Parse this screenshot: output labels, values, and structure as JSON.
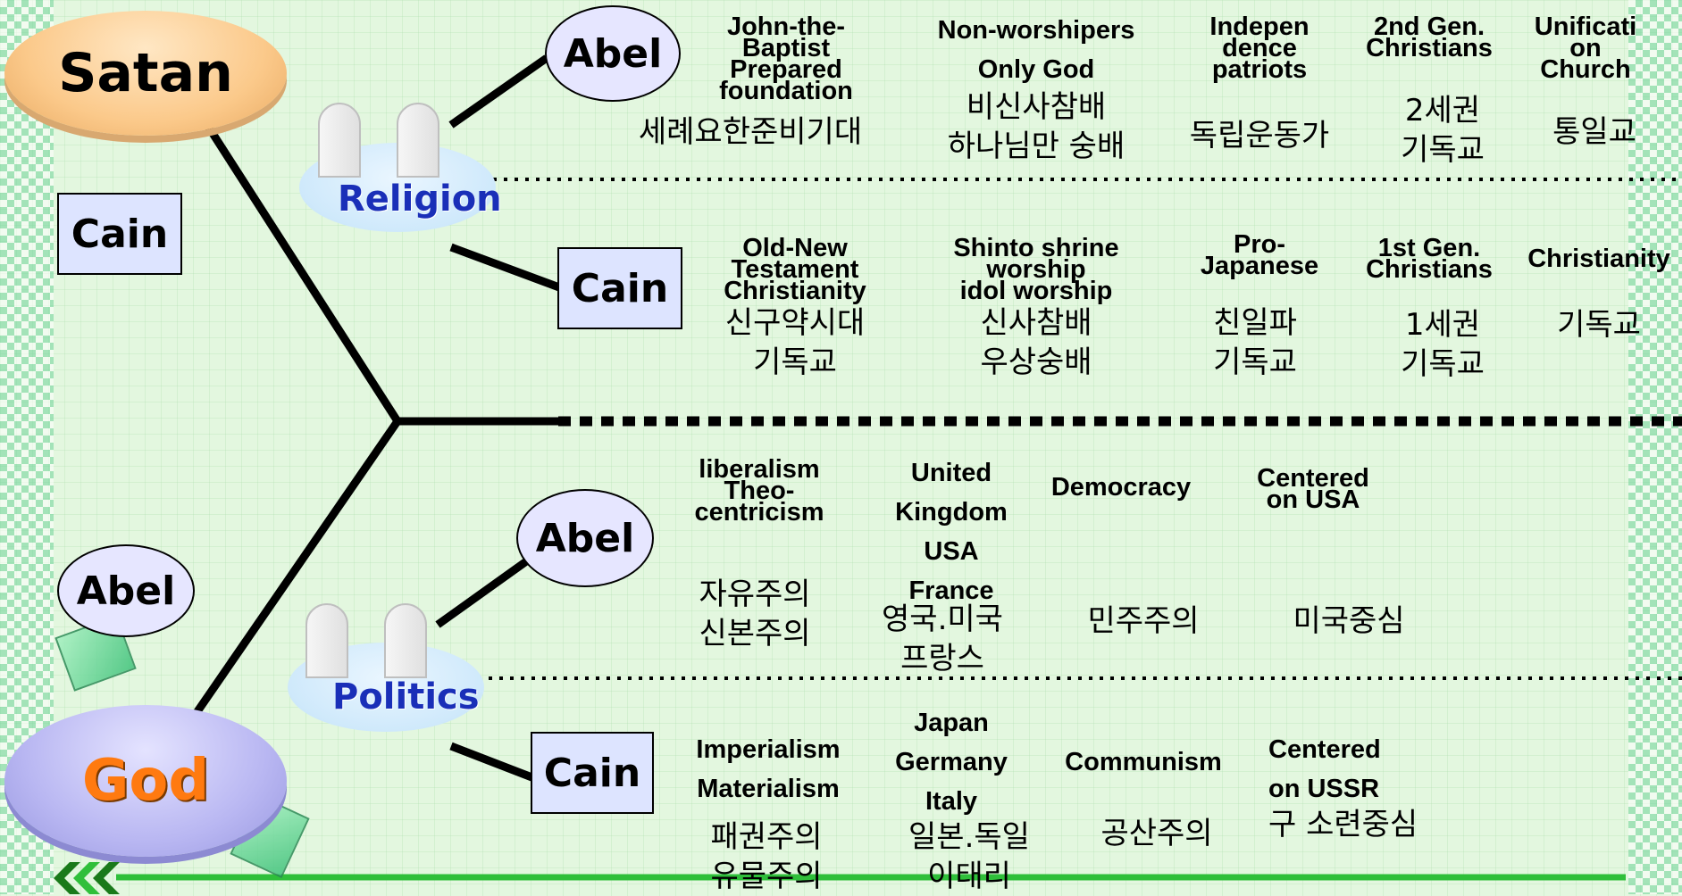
{
  "title_fragment": "",
  "poles": {
    "top": "Satan",
    "bottom": "God"
  },
  "left_boxes": {
    "cain": "Cain",
    "abel": "Abel"
  },
  "religion": {
    "label": "Religion",
    "abel": {
      "label": "Abel",
      "columns": [
        {
          "en": "John-the-\nBaptist\nPrepared\nfoundation",
          "ko": "세례요한준비기대"
        },
        {
          "en": "Non-worshipers\nOnly God",
          "ko": "비신사참배\n하나님만 숭배"
        },
        {
          "en": "Indepen\ndence\npatriots",
          "ko": "독립운동가"
        },
        {
          "en": "2nd Gen.\nChristians",
          "ko": "2세권\n기독교"
        },
        {
          "en": "Unificati\non\nChurch",
          "ko": "통일교"
        }
      ]
    },
    "cain": {
      "label": "Cain",
      "columns": [
        {
          "en": "Old-New\nTestament\nChristianity",
          "ko": "신구약시대\n기독교"
        },
        {
          "en": "Shinto shrine\nworship\nidol worship",
          "ko": "신사참배\n우상숭배"
        },
        {
          "en": "Pro-\nJapanese",
          "ko": "친일파\n기독교"
        },
        {
          "en": "1st Gen.\nChristians",
          "ko": "1세권\n기독교"
        },
        {
          "en": "Christianity",
          "ko": "기독교"
        }
      ]
    }
  },
  "politics": {
    "label": "Politics",
    "abel": {
      "label": "Abel",
      "columns": [
        {
          "en": "liberalism\nTheo-\ncentricism",
          "ko": "자유주의\n신본주의"
        },
        {
          "en": "United\nKingdom\nUSA\nFrance",
          "ko": "영국.미국\n프랑스"
        },
        {
          "en": "Democracy",
          "ko": "민주주의"
        },
        {
          "en": "Centered\non USA",
          "ko": "미국중심"
        }
      ]
    },
    "cain": {
      "label": "Cain",
      "columns": [
        {
          "en": "Imperialism\nMaterialism",
          "ko": "패권주의\n유물주의"
        },
        {
          "en": "Japan\nGermany\nItaly",
          "ko": "일본.독일\n이태리"
        },
        {
          "en": "Communism",
          "ko": "공산주의"
        },
        {
          "en": "Centered\non USSR",
          "ko": "구 소련중심"
        }
      ]
    }
  },
  "colors": {
    "background": "#e3f7df",
    "line": "#000000",
    "category_text": "#1a2fb8",
    "god_text": "#ff7a10",
    "divider_green": "#2fbf3a"
  },
  "icons": {
    "decor": "crystal-icon",
    "nav": "back-arrow-icon"
  }
}
